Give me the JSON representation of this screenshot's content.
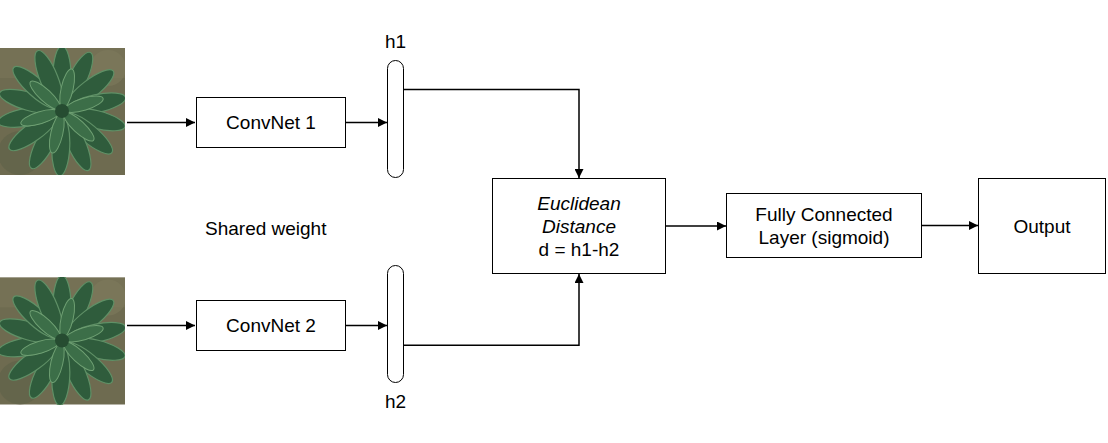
{
  "diagram": {
    "nodes": [
      {
        "text": [
          "ConvNet 1"
        ]
      },
      {
        "text": [
          "h1"
        ]
      },
      {
        "text": [
          "ConvNet 2"
        ]
      },
      {
        "text": [
          "h2"
        ]
      },
      {
        "text": [
          "Euclidean Distance",
          "d = h1-h2"
        ]
      },
      {
        "text": [
          "Fully Connected Layer (sigmoid)"
        ]
      },
      {
        "text": [
          "Output"
        ]
      }
    ],
    "edges": [
      {
        "from": 0,
        "to": 1,
        "arrow": "to"
      },
      {
        "from": 2,
        "to": 3,
        "arrow": "to"
      },
      {
        "from": 1,
        "to": 4,
        "arrow": "to"
      },
      {
        "from": 3,
        "to": 4,
        "arrow": "to"
      },
      {
        "from": 4,
        "to": 5,
        "arrow": "to"
      },
      {
        "from": 5,
        "to": 6,
        "arrow": "to"
      }
    ],
    "labels": [
      "Shared weight"
    ]
  }
}
